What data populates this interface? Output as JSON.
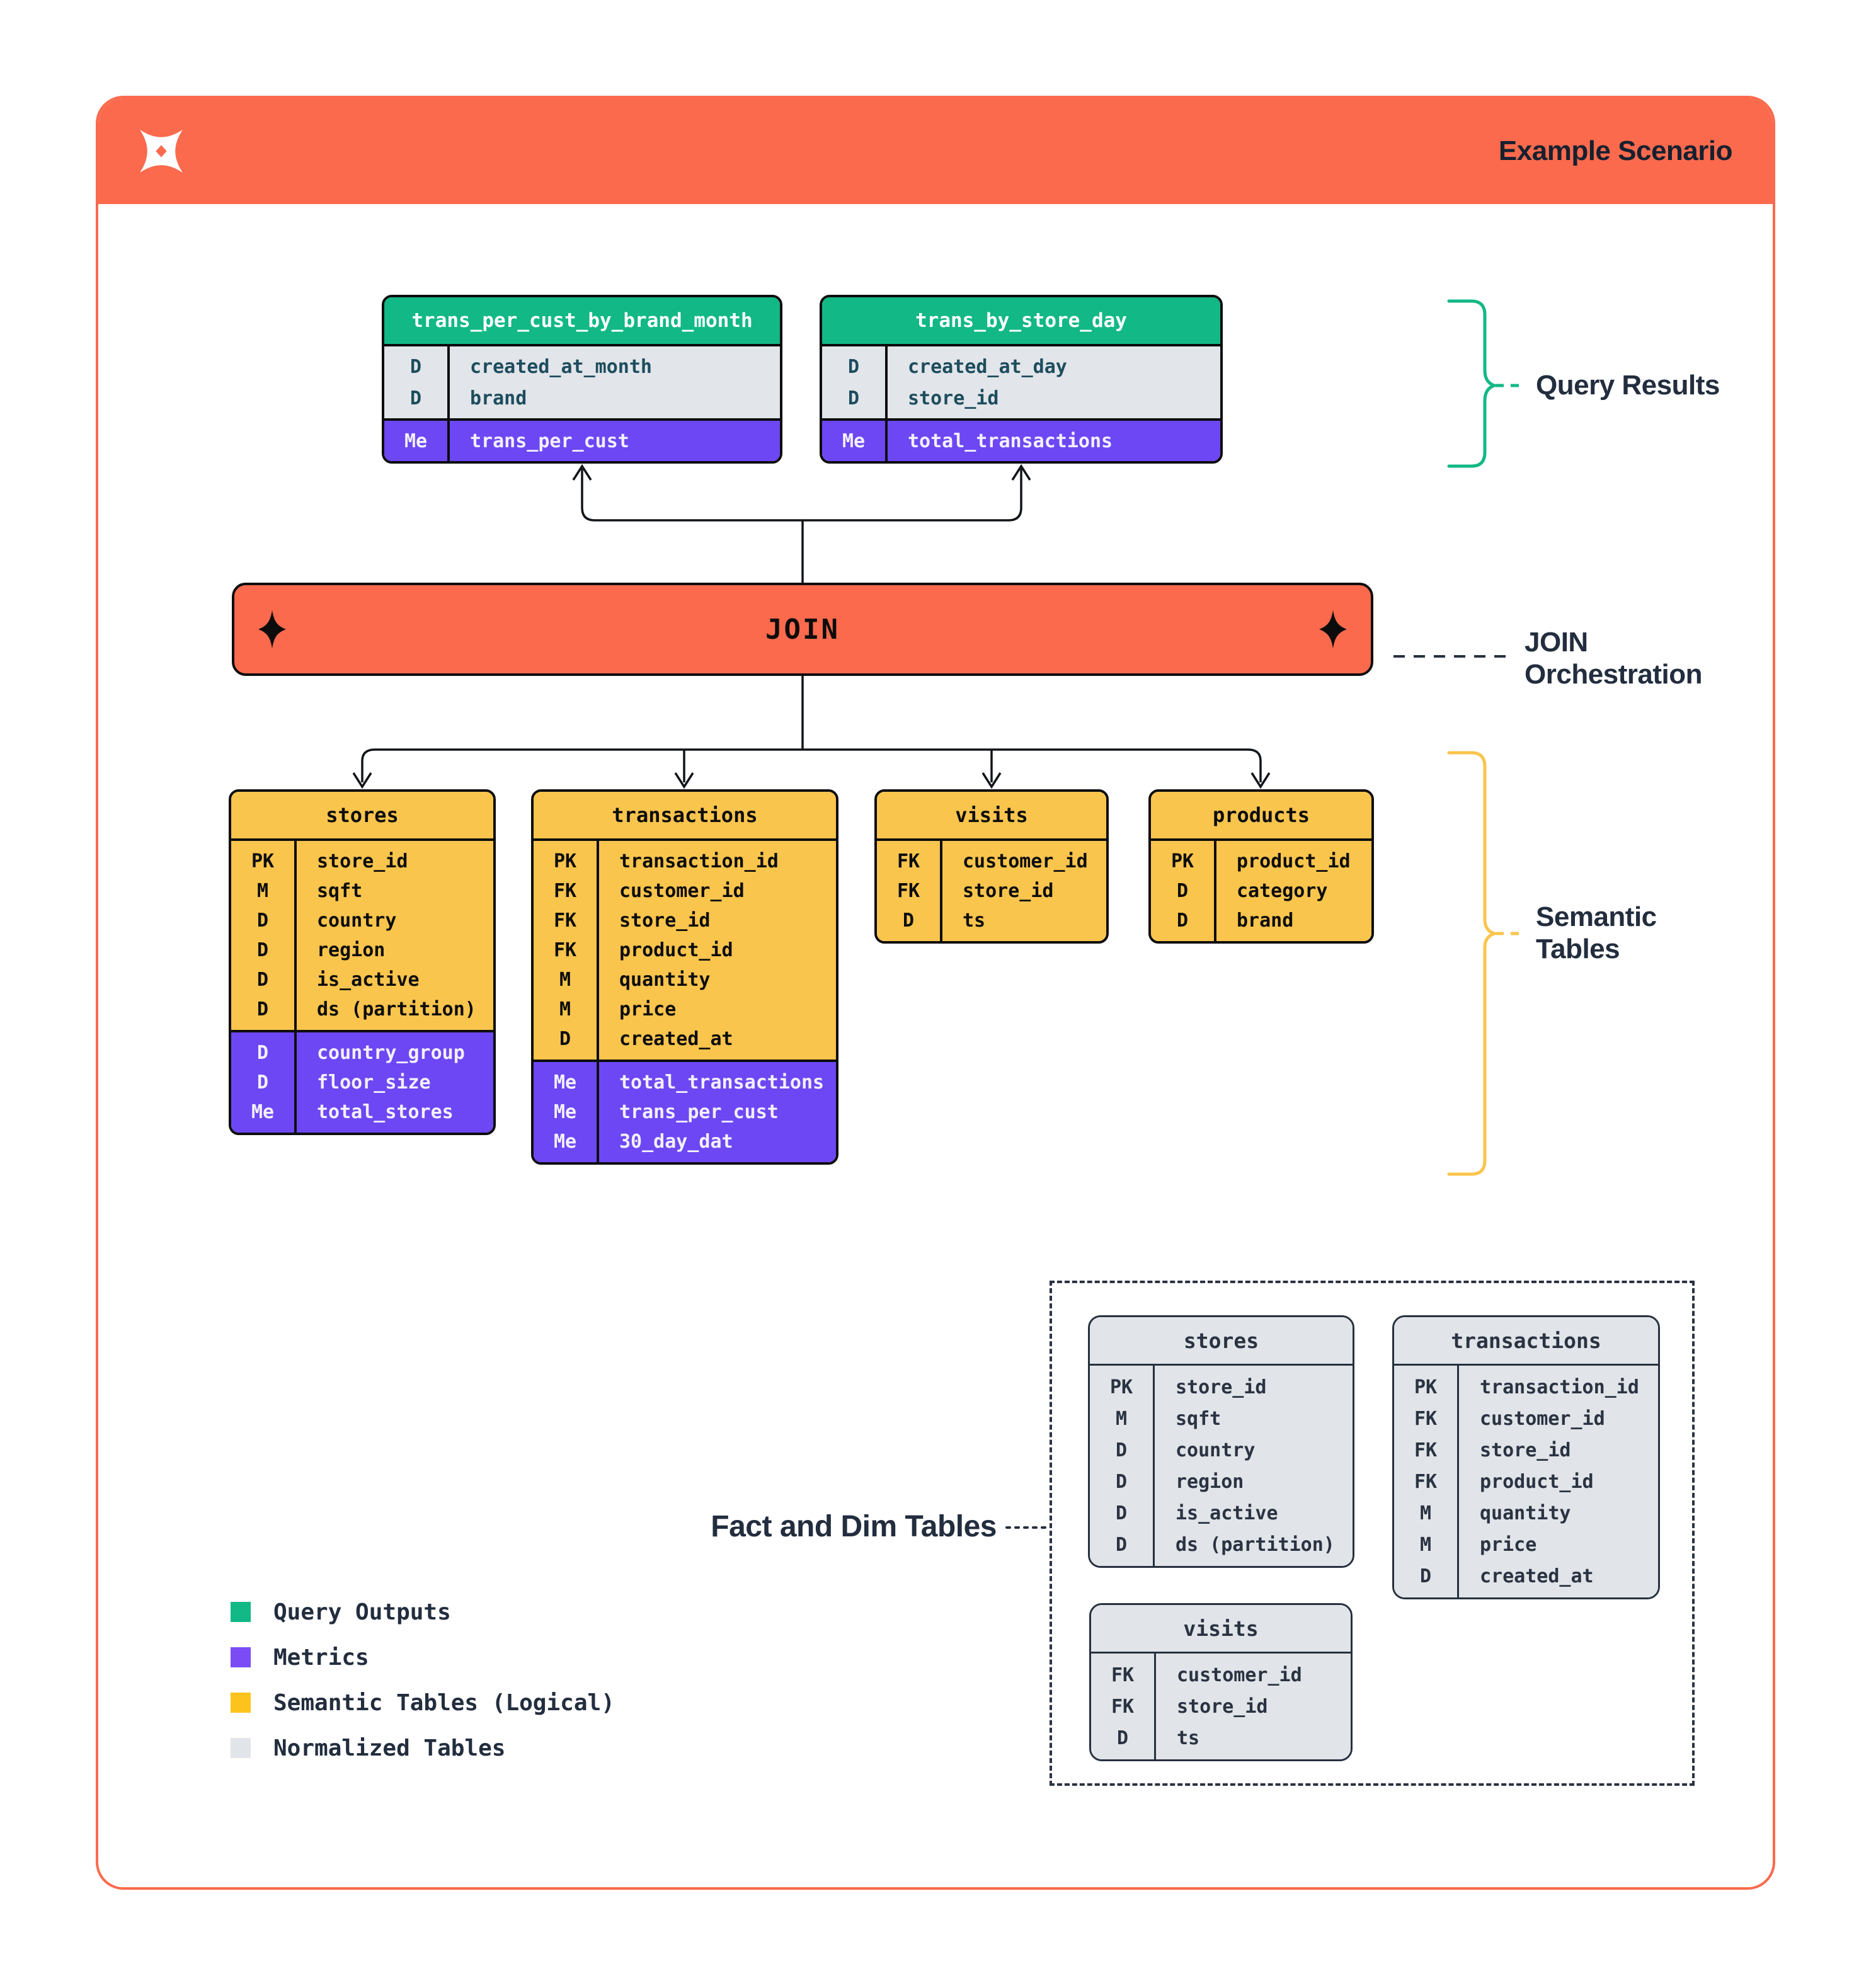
{
  "header": {
    "title": "Example Scenario"
  },
  "join": {
    "label": "JOIN"
  },
  "annotations": {
    "query_results": "Query Results",
    "join_orchestration": "JOIN\nOrchestration",
    "semantic_tables": "Semantic\nTables",
    "fact_and_dim": "Fact and Dim Tables"
  },
  "icons": {
    "logo": "sparkle-x-logo",
    "join_left": "sparkle-diamond-icon",
    "join_right": "sparkle-diamond-icon"
  },
  "colors": {
    "orange": "#FB6A4D",
    "green": "#12B886",
    "purple": "#6D47F3",
    "purple_legend": "#7B4CF6",
    "yellow": "#FAC54D",
    "yellow_legend": "#FCC31D",
    "gray_row": "#E2E5E9",
    "gray_table": "#E1E4E8",
    "navy_text": "#26303F",
    "teal_text": "#1D4D5E",
    "black": "#0D0D0D"
  },
  "tables": {
    "query_outputs": [
      {
        "title": "trans_per_cust_by_brand_month",
        "rows": [
          [
            "D",
            "created_at_month"
          ],
          [
            "D",
            "brand"
          ]
        ],
        "metrics": [
          [
            "Me",
            "trans_per_cust"
          ]
        ]
      },
      {
        "title": "trans_by_store_day",
        "rows": [
          [
            "D",
            "created_at_day"
          ],
          [
            "D",
            "store_id"
          ]
        ],
        "metrics": [
          [
            "Me",
            "total_transactions"
          ]
        ]
      }
    ],
    "semantic": [
      {
        "title": "stores",
        "rows": [
          [
            "PK",
            "store_id"
          ],
          [
            "M",
            "sqft"
          ],
          [
            "D",
            "country"
          ],
          [
            "D",
            "region"
          ],
          [
            "D",
            "is_active"
          ],
          [
            "D",
            "ds (partition)"
          ]
        ],
        "metrics": [
          [
            "D",
            "country_group"
          ],
          [
            "D",
            "floor_size"
          ],
          [
            "Me",
            "total_stores"
          ]
        ]
      },
      {
        "title": "transactions",
        "rows": [
          [
            "PK",
            "transaction_id"
          ],
          [
            "FK",
            "customer_id"
          ],
          [
            "FK",
            "store_id"
          ],
          [
            "FK",
            "product_id"
          ],
          [
            "M",
            "quantity"
          ],
          [
            "M",
            "price"
          ],
          [
            "D",
            "created_at"
          ]
        ],
        "metrics": [
          [
            "Me",
            "total_transactions"
          ],
          [
            "Me",
            "trans_per_cust"
          ],
          [
            "Me",
            "30_day_dat"
          ]
        ]
      },
      {
        "title": "visits",
        "rows": [
          [
            "FK",
            "customer_id"
          ],
          [
            "FK",
            "store_id"
          ],
          [
            "D",
            "ts"
          ]
        ],
        "metrics": []
      },
      {
        "title": "products",
        "rows": [
          [
            "PK",
            "product_id"
          ],
          [
            "D",
            "category"
          ],
          [
            "D",
            "brand"
          ]
        ],
        "metrics": []
      }
    ],
    "normalized": [
      {
        "title": "stores",
        "rows": [
          [
            "PK",
            "store_id"
          ],
          [
            "M",
            "sqft"
          ],
          [
            "D",
            "country"
          ],
          [
            "D",
            "region"
          ],
          [
            "D",
            "is_active"
          ],
          [
            "D",
            "ds (partition)"
          ]
        ],
        "metrics": []
      },
      {
        "title": "transactions",
        "rows": [
          [
            "PK",
            "transaction_id"
          ],
          [
            "FK",
            "customer_id"
          ],
          [
            "FK",
            "store_id"
          ],
          [
            "FK",
            "product_id"
          ],
          [
            "M",
            "quantity"
          ],
          [
            "M",
            "price"
          ],
          [
            "D",
            "created_at"
          ]
        ],
        "metrics": []
      },
      {
        "title": "visits",
        "rows": [
          [
            "FK",
            "customer_id"
          ],
          [
            "FK",
            "store_id"
          ],
          [
            "D",
            "ts"
          ]
        ],
        "metrics": []
      }
    ]
  },
  "legend": [
    {
      "color": "#12B886",
      "label": "Query Outputs"
    },
    {
      "color": "#7B4CF6",
      "label": "Metrics"
    },
    {
      "color": "#FCC31D",
      "label": "Semantic Tables (Logical)"
    },
    {
      "color": "#E1E4E8",
      "label": "Normalized Tables"
    }
  ]
}
